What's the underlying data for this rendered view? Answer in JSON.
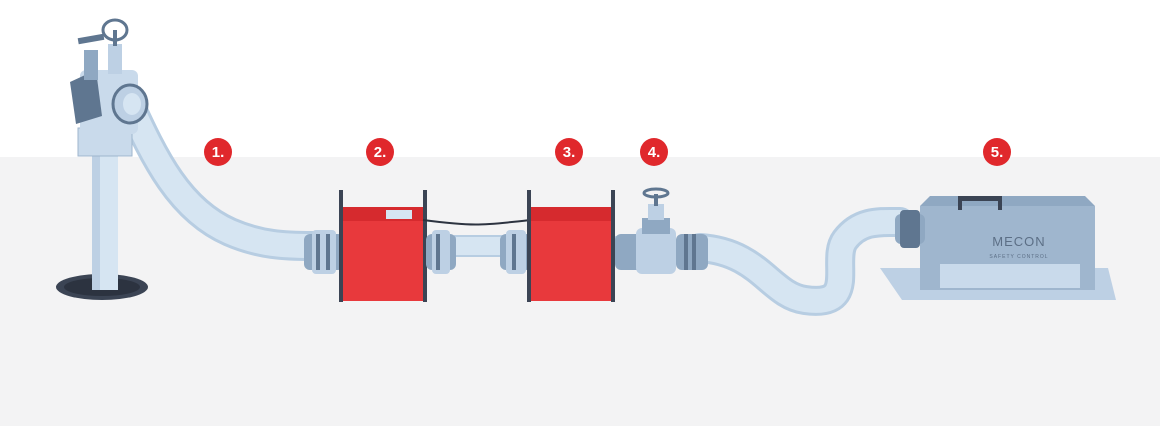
{
  "steps": [
    {
      "label": "1."
    },
    {
      "label": "2."
    },
    {
      "label": "3."
    },
    {
      "label": "4."
    },
    {
      "label": "5."
    }
  ],
  "unit": {
    "brand": "MECON",
    "tagline": "SAFETY CONTROL"
  },
  "colors": {
    "background": "#ffffff",
    "floor": "#f3f3f4",
    "hose": "#d6e5f2",
    "hose_edge": "#b7cde2",
    "steel_light": "#bdd0e4",
    "steel_mid": "#8fa8c2",
    "steel_dark": "#5f7690",
    "red_box": "#e8393c",
    "red_box_top": "#d62a2e",
    "badge": "#e0282c",
    "logo": "#5c6f86"
  },
  "icons": {
    "hydrant": "hydrant-icon",
    "box": "red-box-icon",
    "valve": "gate-valve-icon",
    "unit": "mecon-unit-icon"
  }
}
